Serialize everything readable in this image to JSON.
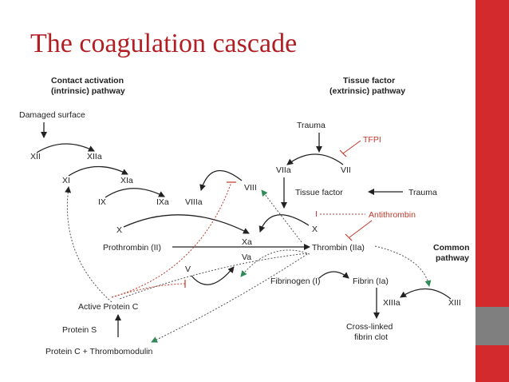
{
  "slide": {
    "title": "The coagulation cascade",
    "colors": {
      "accent": "#d32a2d",
      "title": "#b11f24",
      "grey_block": "#7f7f7f",
      "inhibitor": "#c0392b",
      "activation": "#2e8b57"
    }
  },
  "diagram": {
    "headers": {
      "intrinsic_line1": "Contact activation",
      "intrinsic_line2": "(intrinsic) pathway",
      "extrinsic_line1": "Tissue factor",
      "extrinsic_line2": "(extrinsic) pathway",
      "common_line1": "Common",
      "common_line2": "pathway"
    },
    "nodes": {
      "damaged_surface": "Damaged surface",
      "xii": "XII",
      "xiia": "XIIa",
      "xi": "XI",
      "xia": "XIa",
      "ix": "IX",
      "ixa": "IXa",
      "viiia": "VIIIa",
      "viii": "VIII",
      "trauma_top": "Trauma",
      "tfpi": "TFPI",
      "viia": "VIIa",
      "vii": "VII",
      "tissue_factor": "Tissue factor",
      "trauma_right": "Trauma",
      "antithrombin_bar": "I",
      "antithrombin": "Antithrombin",
      "x_left": "X",
      "x_right": "X",
      "xa": "Xa",
      "va": "Va",
      "prothrombin": "Prothrombin (II)",
      "thrombin": "Thrombin (IIa)",
      "v": "V",
      "fibrinogen": "Fibrinogen (I)",
      "fibrin": "Fibrin (Ia)",
      "xiiia": "XIIIa",
      "xiii": "XIII",
      "active_protein_c": "Active Protein C",
      "protein_s": "Protein S",
      "protein_c_thrombomodulin": "Protein C + Thrombomodulin",
      "crosslinked_line1": "Cross-linked",
      "crosslinked_line2": "fibrin clot"
    }
  }
}
